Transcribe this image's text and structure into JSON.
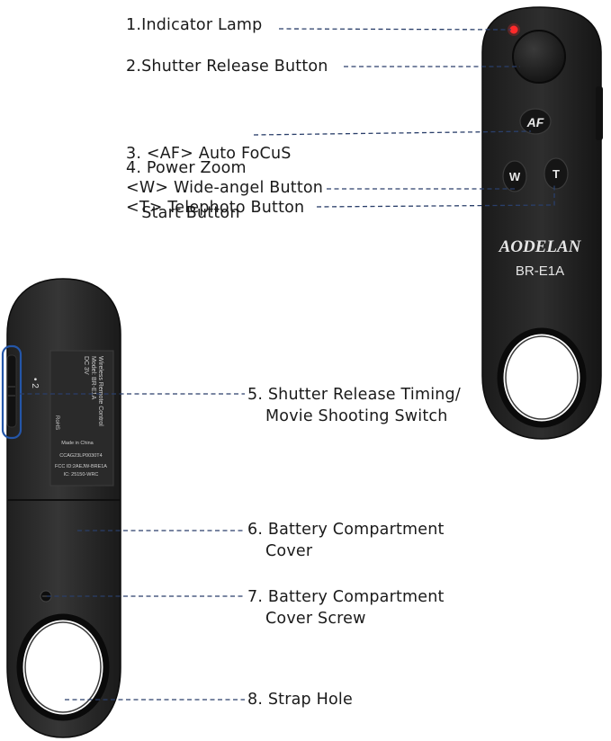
{
  "device": {
    "brand": "AODELAN",
    "model": "BR-E1A",
    "button_af": "AF",
    "button_w": "W",
    "button_t": "T"
  },
  "back_label": {
    "line1": "Wireless Remote Control",
    "line2": "Model: BR-E1A",
    "line3": "DC 3V",
    "made_in": "Made in China",
    "cert": "CCAG23LP0030T4",
    "fcc": "FCC ID:2AEJW-BRE1A",
    "ic": "IC: 25150-WRC",
    "switch_marks": "• 2",
    "rohs": "RoHS"
  },
  "callouts": [
    {
      "id": "1",
      "lines": [
        "1.Indicator Lamp"
      ]
    },
    {
      "id": "2",
      "lines": [
        "2.Shutter Release Button"
      ]
    },
    {
      "id": "3",
      "lines": [
        "3. <AF> Auto FoCuS",
        "   Start Button"
      ]
    },
    {
      "id": "4",
      "lines": [
        "4. Power Zoom",
        "<W> Wide-angel Button",
        "<T> Telephoto Button"
      ]
    },
    {
      "id": "5",
      "lines": [
        "5. Shutter Release Timing/",
        "Movie Shooting Switch"
      ]
    },
    {
      "id": "6",
      "lines": [
        "6. Battery Compartment",
        "Cover"
      ]
    },
    {
      "id": "7",
      "lines": [
        "7. Battery Compartment",
        "Cover Screw"
      ]
    },
    {
      "id": "8",
      "lines": [
        "8. Strap Hole"
      ]
    }
  ]
}
